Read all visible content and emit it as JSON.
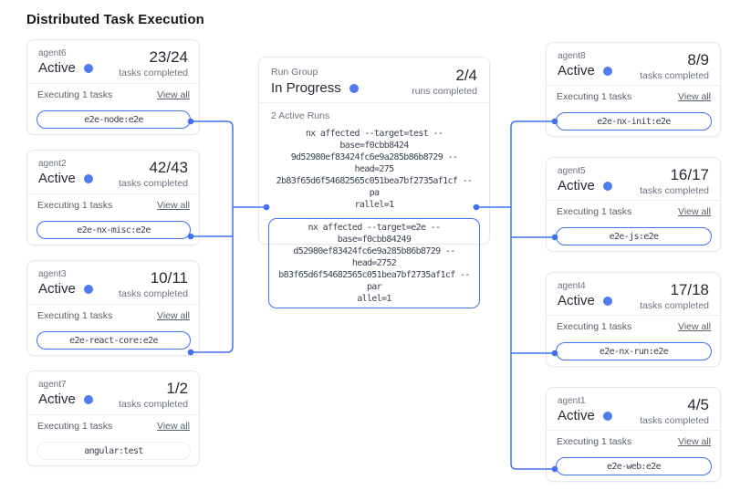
{
  "title": "Distributed Task Execution",
  "colors": {
    "accent": "#4170F3",
    "status_dot": "#4E7CF0",
    "card_border": "#E6E8EC"
  },
  "left_agents": [
    {
      "name": "agent6",
      "status": "Active",
      "tasks_count": "23/24",
      "tasks_label": "tasks completed",
      "executing_label": "Executing 1 tasks",
      "view_all": "View all",
      "task": "e2e-node:e2e",
      "highlighted": true
    },
    {
      "name": "agent2",
      "status": "Active",
      "tasks_count": "42/43",
      "tasks_label": "tasks completed",
      "executing_label": "Executing 1 tasks",
      "view_all": "View all",
      "task": "e2e-nx-misc:e2e",
      "highlighted": true
    },
    {
      "name": "agent3",
      "status": "Active",
      "tasks_count": "10/11",
      "tasks_label": "tasks completed",
      "executing_label": "Executing 1 tasks",
      "view_all": "View all",
      "task": "e2e-react-core:e2e",
      "highlighted": true
    },
    {
      "name": "agent7",
      "status": "Active",
      "tasks_count": "1/2",
      "tasks_label": "tasks completed",
      "executing_label": "Executing 1 tasks",
      "view_all": "View all",
      "task": "angular:test",
      "highlighted": false
    }
  ],
  "right_agents": [
    {
      "name": "agent8",
      "status": "Active",
      "tasks_count": "8/9",
      "tasks_label": "tasks completed",
      "executing_label": "Executing 1 tasks",
      "view_all": "View all",
      "task": "e2e-nx-init:e2e",
      "highlighted": true
    },
    {
      "name": "agent5",
      "status": "Active",
      "tasks_count": "16/17",
      "tasks_label": "tasks completed",
      "executing_label": "Executing 1 tasks",
      "view_all": "View all",
      "task": "e2e-js:e2e",
      "highlighted": true
    },
    {
      "name": "agent4",
      "status": "Active",
      "tasks_count": "17/18",
      "tasks_label": "tasks completed",
      "executing_label": "Executing 1 tasks",
      "view_all": "View all",
      "task": "e2e-nx-run:e2e",
      "highlighted": true
    },
    {
      "name": "agent1",
      "status": "Active",
      "tasks_count": "4/5",
      "tasks_label": "tasks completed",
      "executing_label": "Executing 1 tasks",
      "view_all": "View all",
      "task": "e2e-web:e2e",
      "highlighted": true
    }
  ],
  "run_group": {
    "label": "Run Group",
    "status": "In Progress",
    "count": "2/4",
    "count_label": "runs completed",
    "active_runs_label": "2 Active Runs",
    "commands": [
      {
        "text": "nx affected --target=test --base=f0cbb8424\n9d52980ef83424fc6e9a285b86b8729 --head=275\n2b83f65d6f54682565c051bea7bf2735af1cf --pa\nrallel=1",
        "highlighted": false
      },
      {
        "text": "nx affected --target=e2e --base=f0cbb84249\nd52980ef83424fc6e9a285b86b8729 --head=2752\nb83f65d6f54682565c051bea7bf2735af1cf --par\nallel=1",
        "highlighted": true
      }
    ]
  }
}
